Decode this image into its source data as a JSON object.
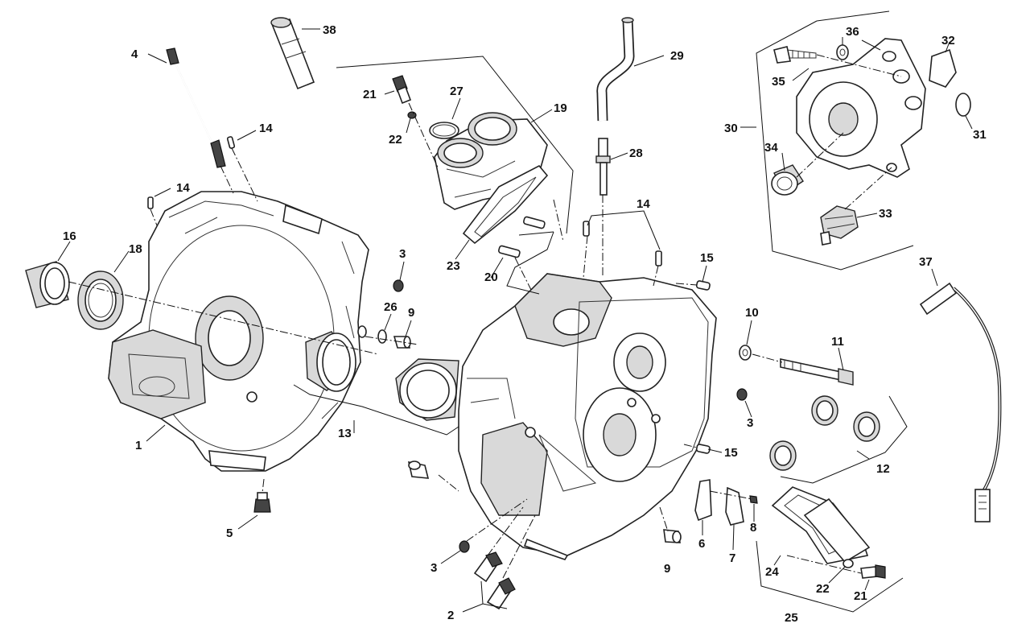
{
  "callouts": {
    "c1": "1",
    "c2": "2",
    "c3a": "3",
    "c3b": "3",
    "c3c": "3",
    "c4": "4",
    "c5": "5",
    "c6": "6",
    "c7": "7",
    "c8": "8",
    "c9a": "9",
    "c9b": "9",
    "c10": "10",
    "c11": "11",
    "c12": "12",
    "c13": "13",
    "c14a": "14",
    "c14b": "14",
    "c14c": "14",
    "c15a": "15",
    "c15b": "15",
    "c16": "16",
    "c18": "18",
    "c19": "19",
    "c20": "20",
    "c21a": "21",
    "c21b": "21",
    "c22a": "22",
    "c22b": "22",
    "c23": "23",
    "c24": "24",
    "c25": "25",
    "c26": "26",
    "c27": "27",
    "c28": "28",
    "c29": "29",
    "c30": "30",
    "c31": "31",
    "c32": "32",
    "c33": "33",
    "c34": "34",
    "c35": "35",
    "c36": "36",
    "c37": "37",
    "c38": "38"
  },
  "colors": {
    "line": "#222222",
    "fill": "#ffffff",
    "shade": "#d9d9d9"
  }
}
